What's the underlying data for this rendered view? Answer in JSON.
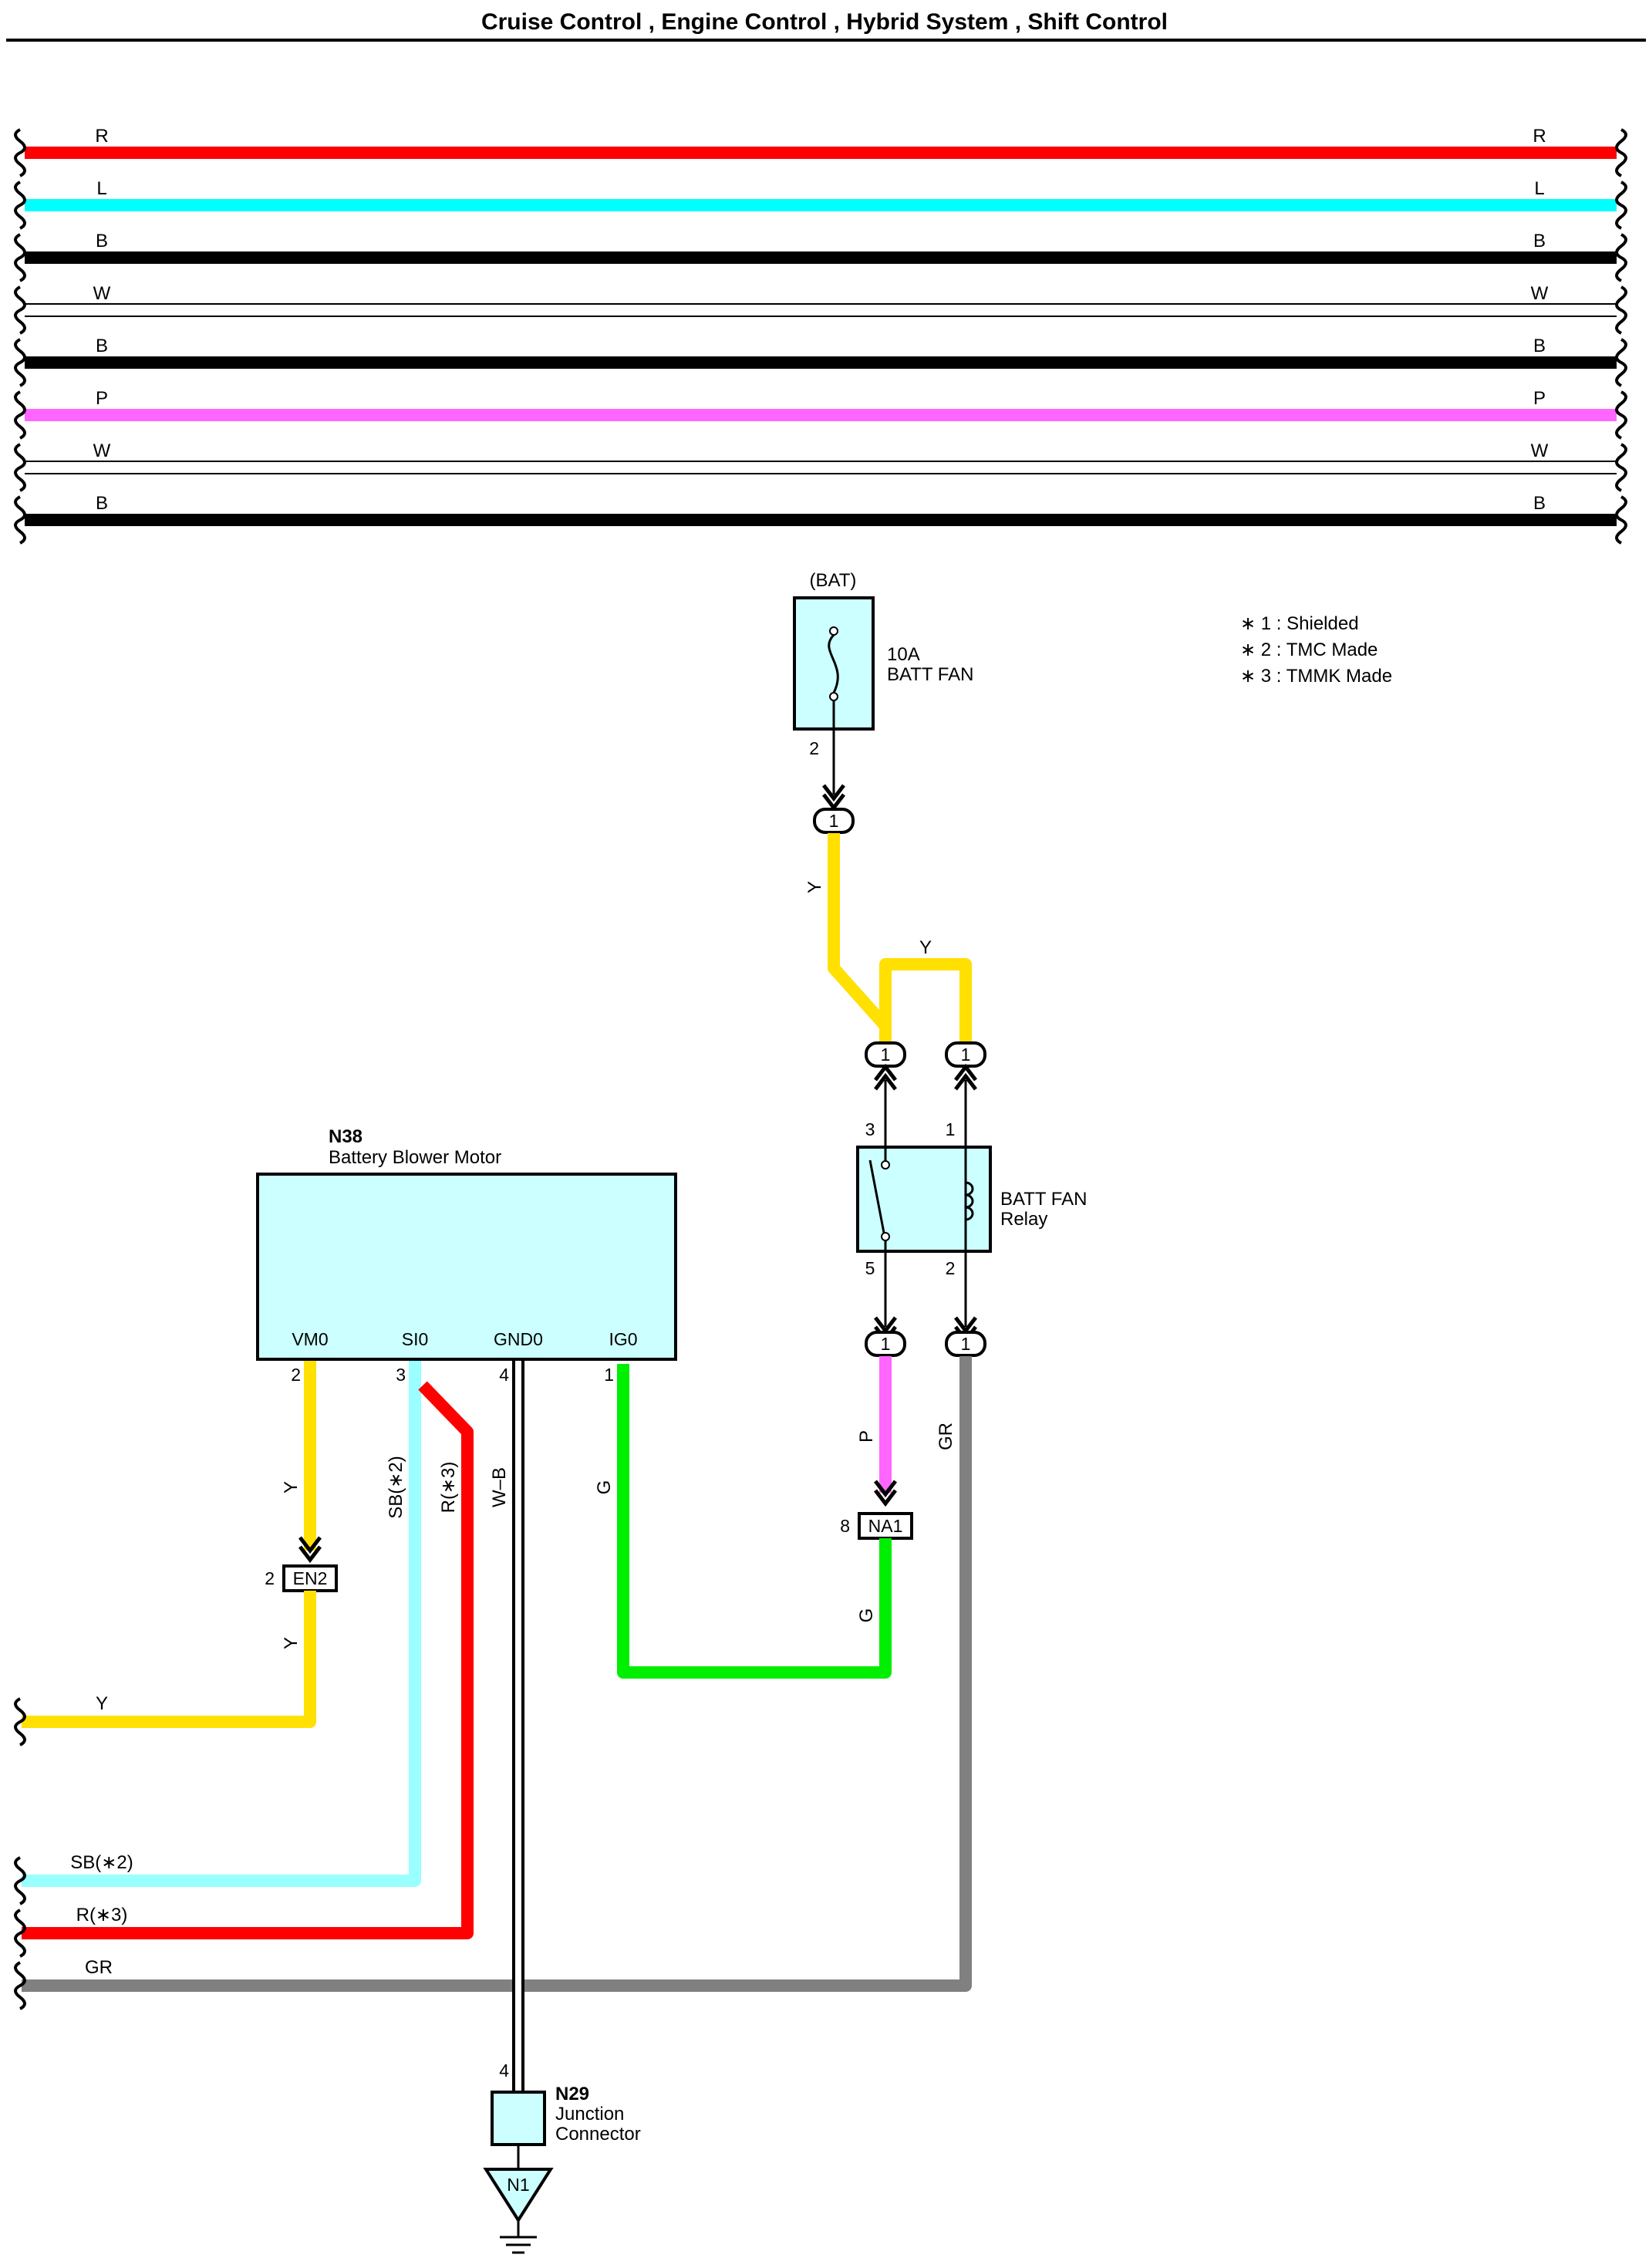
{
  "title": "Cruise Control , Engine Control , Hybrid System , Shift Control",
  "colors": {
    "R": "#ff0000",
    "L": "#00ffff",
    "B": "#000000",
    "W": "#ffffff",
    "P": "#ff66ff",
    "Y": "#ffe000",
    "SB": "#99ffff",
    "G": "#00ee00",
    "GR": "#808080",
    "W-B": "#ffffff",
    "component_fill": "#ccffff"
  },
  "bus_wires": [
    {
      "color": "R",
      "label": "R"
    },
    {
      "color": "L",
      "label": "L"
    },
    {
      "color": "B",
      "label": "B"
    },
    {
      "color": "W",
      "label": "W"
    },
    {
      "color": "B",
      "label": "B"
    },
    {
      "color": "P",
      "label": "P"
    },
    {
      "color": "W",
      "label": "W"
    },
    {
      "color": "B",
      "label": "B"
    }
  ],
  "notes": [
    "∗ 1 : Shielded",
    "∗ 2 : TMC Made",
    "∗ 3 : TMMK Made"
  ],
  "fuse": {
    "source": "(BAT)",
    "rating": "10A",
    "name": "BATT FAN",
    "pin": "2",
    "connector_pin": "1",
    "wire": "Y",
    "icon": "fuse-icon"
  },
  "relay": {
    "name_line1": "BATT FAN",
    "name_line2": "Relay",
    "pins": {
      "top_left": "3",
      "top_right": "1",
      "bottom_left": "5",
      "bottom_right": "2"
    },
    "top_wire": "Y",
    "connector_pin": "1",
    "icons": [
      "relay-switch-icon",
      "relay-coil-icon"
    ]
  },
  "motor": {
    "code": "N38",
    "name": "Battery Blower Motor",
    "terminals": [
      {
        "name": "VM0",
        "pin": "2"
      },
      {
        "name": "SI0",
        "pin": "3"
      },
      {
        "name": "GND0",
        "pin": "4"
      },
      {
        "name": "IG0",
        "pin": "1"
      }
    ]
  },
  "connectors": {
    "EN2": {
      "label": "EN2",
      "pin": "2"
    },
    "NA1": {
      "label": "NA1",
      "pin": "8"
    }
  },
  "wires": {
    "motor_vm0_top": "Y",
    "motor_vm0_bottom": "Y",
    "motor_si0": "SB(∗2)",
    "motor_si0_alt": "R(∗3)",
    "motor_gnd0": "W–B",
    "motor_ig0": "G",
    "relay_out_p": "P",
    "relay_out_gr": "GR",
    "na1_g": "G",
    "left_y": "Y",
    "left_sb": "SB(∗2)",
    "left_r": "R(∗3)",
    "left_gr": "GR"
  },
  "junction": {
    "code": "N29",
    "name_line1": "Junction",
    "name_line2": "Connector",
    "pin": "4"
  },
  "ground": {
    "label": "N1",
    "icon": "ground-icon"
  }
}
